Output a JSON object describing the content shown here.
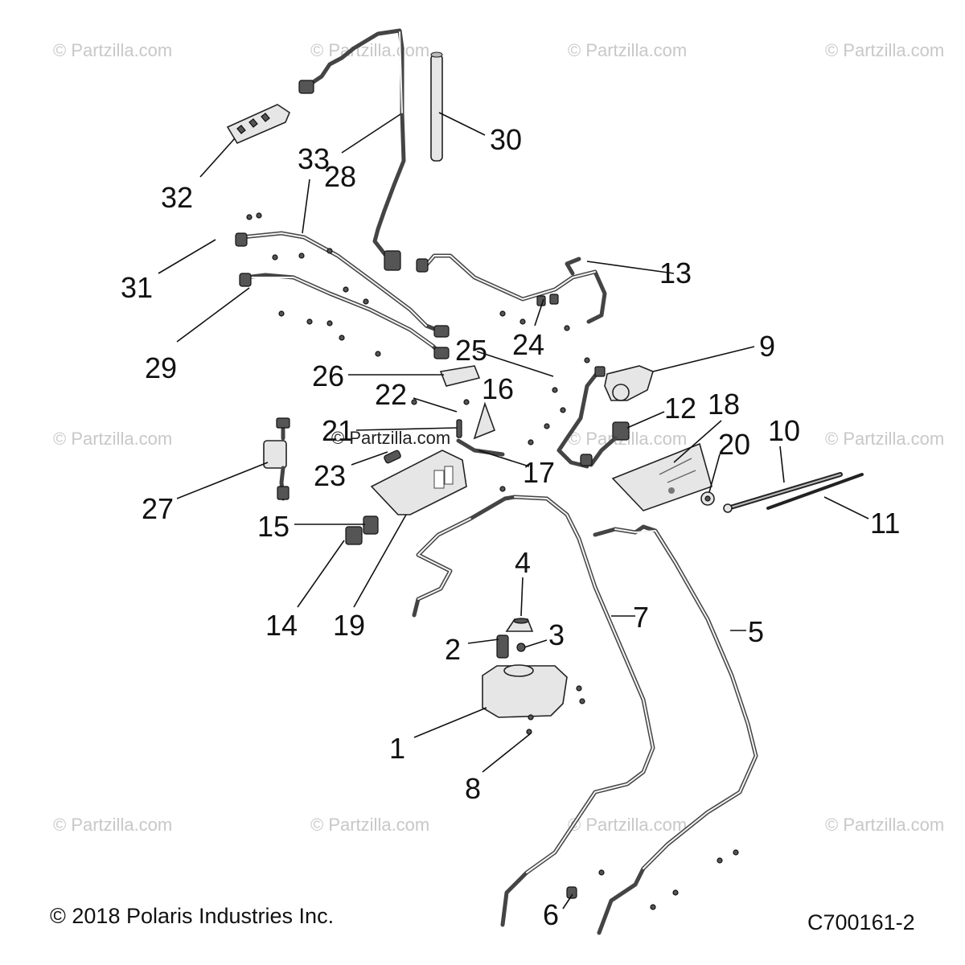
{
  "watermark": {
    "text": "© Partzilla.com",
    "center_text": "© Partzilla.com"
  },
  "footer": {
    "copyright": "© 2018 Polaris Industries Inc.",
    "diagram_code": "C700161-2"
  },
  "callouts": {
    "c1": "1",
    "c2": "2",
    "c3": "3",
    "c4": "4",
    "c5": "5",
    "c6": "6",
    "c7": "7",
    "c8": "8",
    "c9": "9",
    "c10": "10",
    "c11": "11",
    "c12": "12",
    "c13": "13",
    "c14": "14",
    "c15": "15",
    "c16": "16",
    "c17": "17",
    "c18": "18",
    "c19": "19",
    "c20": "20",
    "c21": "21",
    "c22": "22",
    "c23": "23",
    "c24": "24",
    "c25": "25",
    "c26": "26",
    "c27": "27",
    "c28": "28",
    "c29": "29",
    "c30": "30",
    "c31": "31",
    "c32": "32",
    "c33": "33"
  }
}
